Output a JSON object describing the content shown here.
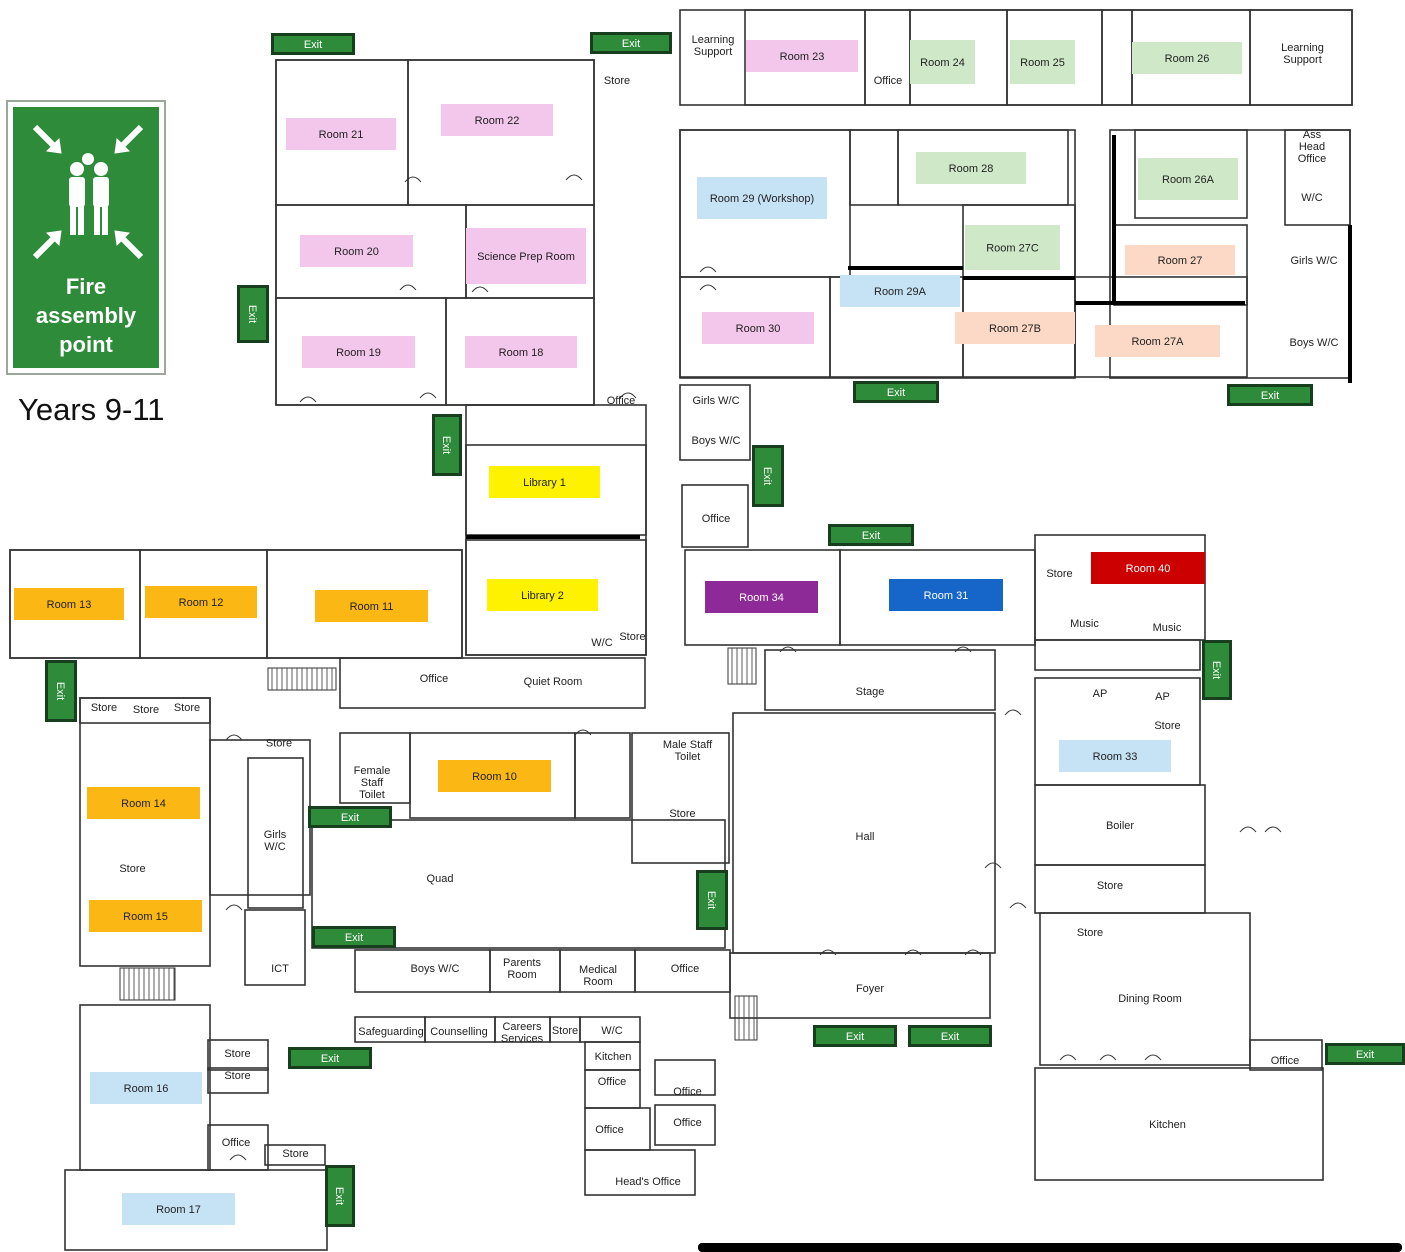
{
  "colors": {
    "pink": "#f3c6ec",
    "green": "#cfe9c8",
    "blue": "#c6e2f5",
    "peach": "#fbd9c6",
    "yellow": "#fff200",
    "orange": "#fbb714",
    "purple": "#8e2a97",
    "royal": "#1566c8",
    "red": "#cc0000",
    "exit": "#2e8b3a",
    "wall": "#333333"
  },
  "sign": {
    "icon": "assembly-point-icon",
    "lines": [
      "Fire",
      "assembly",
      "point"
    ],
    "caption": "Years 9-11"
  },
  "rooms": {
    "room21": "Room 21",
    "room22": "Room 22",
    "room23": "Room 23",
    "room24": "Room 24",
    "room25": "Room 25",
    "room26": "Room 26",
    "learningSupportA": "Learning Support",
    "learningSupportB": "Learning Support",
    "storeTop": "Store",
    "officeTop": "Office",
    "assHeadOffice": "Ass Head Office",
    "wcTop": "W/C",
    "room29": "Room 29 (Workshop)",
    "room28": "Room 28",
    "room26A": "Room 26A",
    "room27C": "Room 27C",
    "room27": "Room 27",
    "girlsWcRight": "Girls W/C",
    "room20": "Room 20",
    "sciencePrep": "Science Prep Room",
    "room29A": "Room 29A",
    "room27B": "Room 27B",
    "room27A": "Room 27A",
    "room30": "Room 30",
    "boysWcRight": "Boys W/C",
    "room19": "Room 19",
    "room18": "Room 18",
    "officeMid": "Office",
    "girlsWcMid": "Girls W/C",
    "boysWcMid": "Boys W/C",
    "library1": "Library 1",
    "officeMid2": "Office",
    "library2": "Library 2",
    "room13": "Room 13",
    "room12": "Room 12",
    "room11": "Room 11",
    "room34": "Room 34",
    "room31": "Room 31",
    "storeMusic": "Store",
    "room40": "Room 40",
    "music1": "Music",
    "music2": "Music",
    "wcLib": "W/C",
    "storeLib": "Store",
    "officeQuiet": "Office",
    "quietRoom": "Quiet Room",
    "stage": "Stage",
    "ap1": "AP",
    "ap2": "AP",
    "storeAp": "Store",
    "store1": "Store",
    "store2": "Store",
    "store3": "Store",
    "storeIct": "Store",
    "maleStaff": "Male Staff Toilet",
    "room33": "Room 33",
    "femaleStaff": "Female Staff Toilet",
    "room10": "Room 10",
    "room14": "Room 14",
    "girlsWcLeft": "Girls W/C",
    "storeHall": "Store",
    "hall": "Hall",
    "boiler": "Boiler",
    "storeSmall": "Store",
    "quad": "Quad",
    "storeBoiler": "Store",
    "room15": "Room 15",
    "storeDining": "Store",
    "ict": "ICT",
    "boysWcBottom": "Boys W/C",
    "parentsRoom": "Parents Room",
    "medicalRoom": "Medical Room",
    "officeFoyer": "Office",
    "foyer": "Foyer",
    "diningRoom": "Dining Room",
    "safeguarding": "Safeguarding",
    "counselling": "Counselling",
    "careersServices": "Careers Services",
    "storeCare": "Store",
    "wcBottom": "W/C",
    "kitchenette": "Kitchen",
    "storeS1": "Store",
    "storeS2": "Store",
    "officeKitchen": "Office",
    "office1": "Office",
    "office2": "Office",
    "room16": "Room 16",
    "office3": "Office",
    "office4": "Office",
    "officeSouth": "Office",
    "storeSouth": "Store",
    "kitchen": "Kitchen",
    "headsOffice": "Head's Office",
    "room17": "Room 17"
  },
  "exit_label": "Exit"
}
